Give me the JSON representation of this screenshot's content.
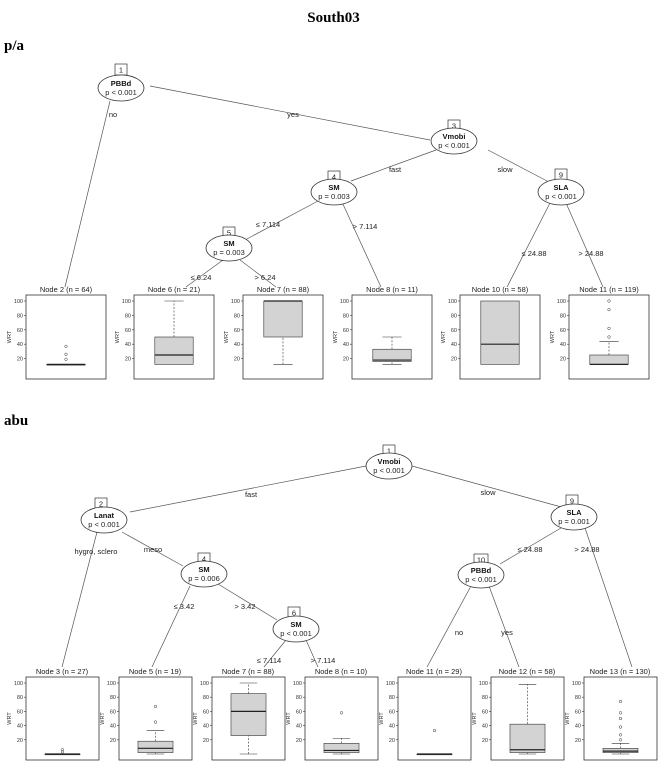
{
  "title": "South03",
  "y_axis_label": "WRT",
  "y_ticks": [
    "100",
    "80",
    "60",
    "40",
    "20"
  ],
  "panels": [
    {
      "label": "p/a",
      "nodes": [
        {
          "id": "1",
          "var": "PBBd",
          "p": "p < 0.001"
        },
        {
          "id": "3",
          "var": "Vmobi",
          "p": "p < 0.001"
        },
        {
          "id": "4",
          "var": "SM",
          "p": "p = 0.003"
        },
        {
          "id": "5",
          "var": "SM",
          "p": "p = 0.003"
        },
        {
          "id": "9",
          "var": "SLA",
          "p": "p < 0.001"
        }
      ],
      "edges": [
        "no",
        "yes",
        "fast",
        "slow",
        "≤ 7.114",
        "> 7.114",
        "≤ 6.24",
        "> 6.24",
        "≤ 24.88",
        "> 24.88"
      ],
      "leaves": [
        {
          "title": "Node 2 (n = 64)",
          "box": {
            "min": 12,
            "q1": 12,
            "median": 12,
            "q3": 12,
            "max": 12
          },
          "outliers": [
            37,
            26,
            19
          ]
        },
        {
          "title": "Node 6 (n = 21)",
          "box": {
            "min": 12,
            "q1": 12,
            "median": 25,
            "q3": 50,
            "max": 100
          },
          "outliers": []
        },
        {
          "title": "Node 7 (n = 88)",
          "box": {
            "min": 12,
            "q1": 50,
            "median": 100,
            "q3": 100,
            "max": 100
          },
          "outliers": []
        },
        {
          "title": "Node 8 (n = 11)",
          "box": {
            "min": 12,
            "q1": 16,
            "median": 18,
            "q3": 33,
            "max": 50
          },
          "outliers": []
        },
        {
          "title": "Node 10 (n = 58)",
          "box": {
            "min": 12,
            "q1": 12,
            "median": 40,
            "q3": 100,
            "max": 100
          },
          "outliers": []
        },
        {
          "title": "Node 11 (n = 119)",
          "box": {
            "min": 12,
            "q1": 12,
            "median": 12,
            "q3": 25,
            "max": 44
          },
          "outliers": [
            50,
            62,
            88,
            100
          ]
        }
      ]
    },
    {
      "label": "abu",
      "nodes": [
        {
          "id": "1",
          "var": "Vmobi",
          "p": "p < 0.001"
        },
        {
          "id": "2",
          "var": "Lanat",
          "p": "p < 0.001"
        },
        {
          "id": "4",
          "var": "SM",
          "p": "p = 0.006"
        },
        {
          "id": "6",
          "var": "SM",
          "p": "p < 0.001"
        },
        {
          "id": "9",
          "var": "SLA",
          "p": "p = 0.001"
        },
        {
          "id": "10",
          "var": "PBBd",
          "p": "p < 0.001"
        }
      ],
      "edges": [
        "fast",
        "slow",
        "hygro, sclero",
        "meso",
        "≤ 3.42",
        "> 3.42",
        "≤ 7.114",
        "> 7.114",
        "≤ 24.88",
        "> 24.88",
        "no",
        "yes"
      ],
      "leaves": [
        {
          "title": "Node 3 (n = 27)",
          "box": {
            "min": 0,
            "q1": 0,
            "median": 0,
            "q3": 0,
            "max": 0
          },
          "outliers": [
            3,
            6
          ]
        },
        {
          "title": "Node 5 (n = 19)",
          "box": {
            "min": 0,
            "q1": 2,
            "median": 8,
            "q3": 18,
            "max": 33
          },
          "outliers": [
            45,
            67
          ]
        },
        {
          "title": "Node 7 (n = 88)",
          "box": {
            "min": 0,
            "q1": 26,
            "median": 60,
            "q3": 85,
            "max": 100
          },
          "outliers": []
        },
        {
          "title": "Node 8 (n = 10)",
          "box": {
            "min": 0,
            "q1": 2,
            "median": 5,
            "q3": 15,
            "max": 22
          },
          "outliers": [
            58
          ]
        },
        {
          "title": "Node 11 (n = 29)",
          "box": {
            "min": 0,
            "q1": 0,
            "median": 0,
            "q3": 0,
            "max": 0
          },
          "outliers": [
            33
          ]
        },
        {
          "title": "Node 12 (n = 58)",
          "box": {
            "min": 0,
            "q1": 2,
            "median": 6,
            "q3": 42,
            "max": 98
          },
          "outliers": []
        },
        {
          "title": "Node 13 (n = 130)",
          "box": {
            "min": 0,
            "q1": 2,
            "median": 4,
            "q3": 8,
            "max": 15
          },
          "outliers": [
            20,
            27,
            38,
            50,
            58,
            74
          ]
        }
      ]
    }
  ]
}
